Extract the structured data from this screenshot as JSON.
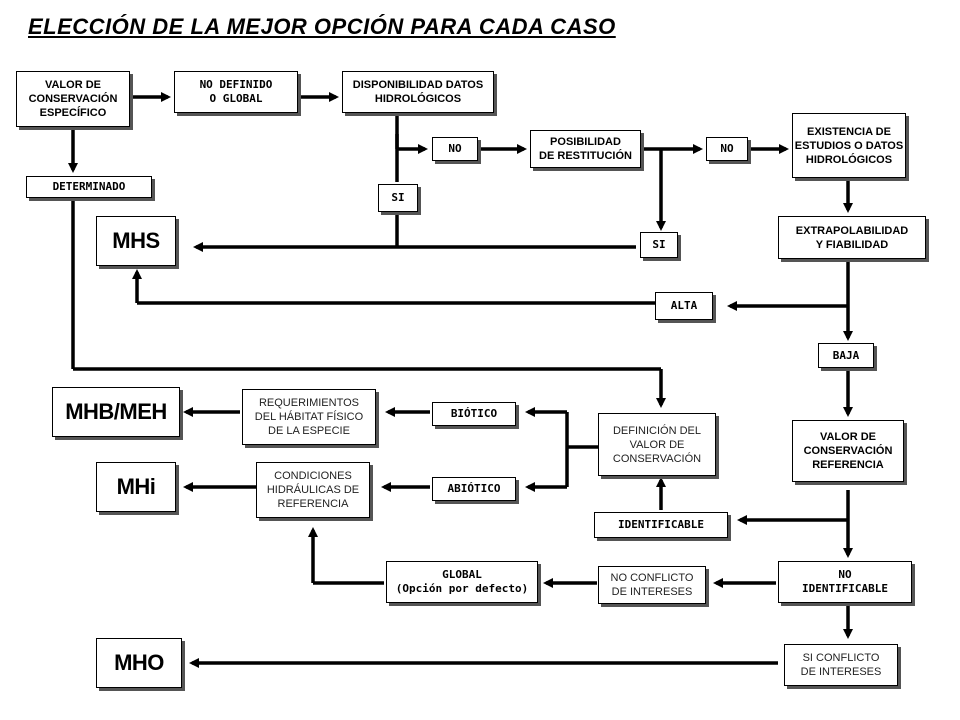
{
  "title": "ELECCIÓN DE LA MEJOR OPCIÓN PARA CADA CASO",
  "boxes": {
    "valor_especifico": "VALOR DE\nCONSERVACIÓN\nESPECÍFICO",
    "no_definido": "NO DEFINIDO\nO GLOBAL",
    "disponibilidad": "DISPONIBILIDAD DATOS\nHIDROLÓGICOS",
    "no_1": "NO",
    "posibilidad": "POSIBILIDAD\nDE RESTITUCIÓN",
    "no_2": "NO",
    "existencia": "EXISTENCIA DE\nESTUDIOS O DATOS\nHIDROLÓGICOS",
    "determinado": "DETERMINADO",
    "si_1": "SI",
    "mhs": "MHS",
    "si_2": "SI",
    "extrapolabilidad": "EXTRAPOLABILIDAD\nY FIABILIDAD",
    "alta": "ALTA",
    "baja": "BAJA",
    "mhb": "MHB/MEH",
    "requerimientos": "REQUERIMIENTOS\nDEL HÁBITAT FÍSICO\nDE LA ESPECIE",
    "biotico": "BIÓTICO",
    "definicion": "DEFINICIÓN DEL\nVALOR DE\nCONSERVACIÓN",
    "valor_referencia": "VALOR DE\nCONSERVACIÓN\nREFERENCIA",
    "mhi": "MHi",
    "condiciones": "CONDICIONES\nHIDRÁULICAS DE\nREFERENCIA",
    "abiotico": "ABIÓTICO",
    "identificable": "IDENTIFICABLE",
    "global": "GLOBAL\n(Opción por defecto)",
    "no_conflicto": "NO CONFLICTO\nDE INTERESES",
    "no_identificable": "NO\nIDENTIFICABLE",
    "mho": "MHO",
    "si_conflicto": "SI CONFLICTO\nDE INTERESES"
  }
}
